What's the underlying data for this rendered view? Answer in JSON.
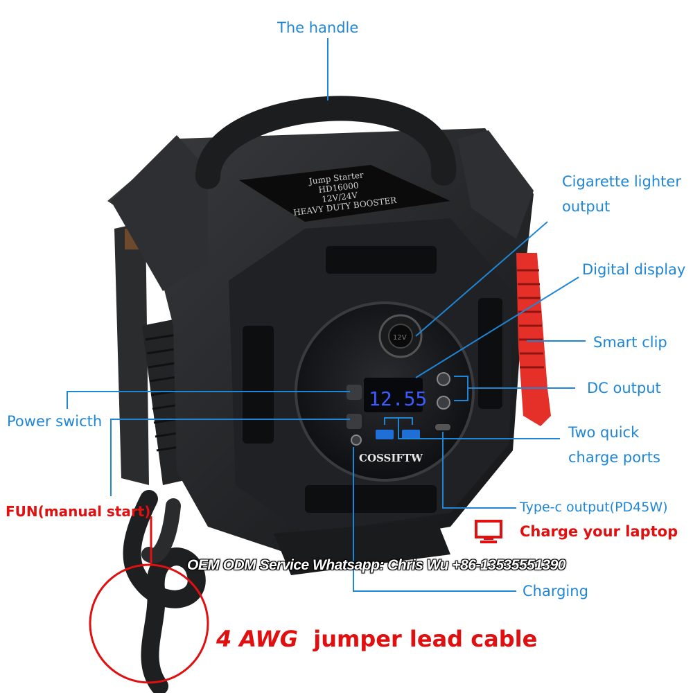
{
  "product": {
    "top_label": [
      "Jump Starter",
      "HD16000",
      "12V/24V",
      "HEAVY DUTY BOOSTER"
    ],
    "brand": "COSSIFTW",
    "display_digits": "12.55",
    "socket_text": "12V"
  },
  "labels": {
    "handle": "The handle",
    "cig_line1": "Cigarette lighter",
    "cig_line2": "output",
    "digital_display": "Digital display",
    "smart_clip": "Smart clip",
    "dc_output": "DC output",
    "quick_line1": "Two quick",
    "quick_line2": "charge ports",
    "typec": "Type-c output(PD45W)",
    "charging": "Charging",
    "power_switch": "Power swicth",
    "fun": "FUN(manual start)",
    "laptop": "Charge your laptop"
  },
  "watermark": "OEM ODM Service Whatsapp: Chris Wu +86-13535551390",
  "cable_title": {
    "awg": "4 AWG",
    "rest": "jumper lead cable"
  },
  "colors": {
    "annotation": "#1f86d6",
    "highlight": "#e01010",
    "body": "#1c1d1f",
    "clip_red": "#e5302a"
  }
}
